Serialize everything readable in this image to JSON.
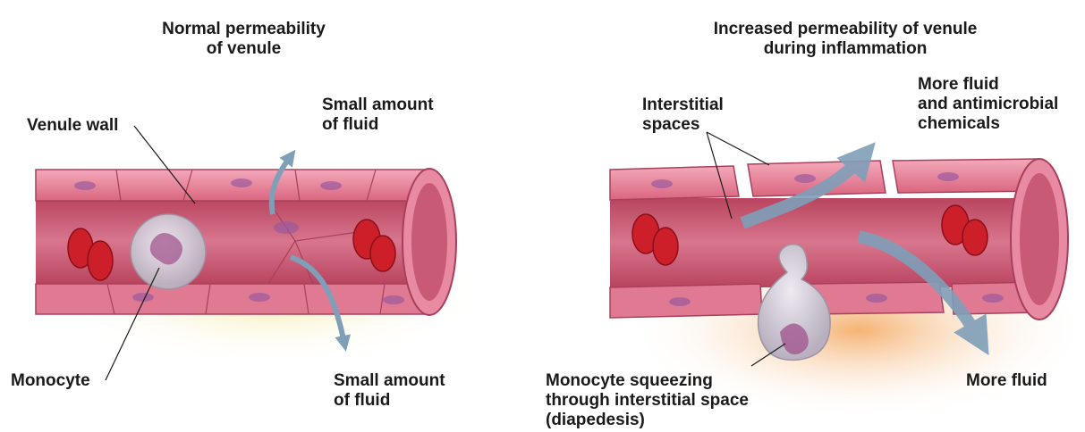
{
  "left_panel": {
    "title": "Normal permeability\nof venule",
    "labels": {
      "venule_wall": "Venule wall",
      "monocyte": "Monocyte",
      "fluid_top": "Small amount\nof fluid",
      "fluid_bottom": "Small amount\nof fluid"
    }
  },
  "right_panel": {
    "title": "Increased permeability of venule\nduring inflammation",
    "labels": {
      "interstitial_spaces": "Interstitial\nspaces",
      "more_fluid_chem": "More fluid\nand antimicrobial\nchemicals",
      "monocyte_squeezing": "Monocyte squeezing\nthrough interstitial space\n(diapedesis)",
      "more_fluid": "More fluid"
    }
  },
  "colors": {
    "vessel": "#e07a93",
    "vessel_dark": "#b94664",
    "lumen": "#c95a76",
    "nucleus": "#9b5a9e",
    "rbc": "#cc1f2a",
    "arrow": "#7f9fb8",
    "monocyte": "#c9c3cf",
    "glow": "#f2d36a"
  }
}
